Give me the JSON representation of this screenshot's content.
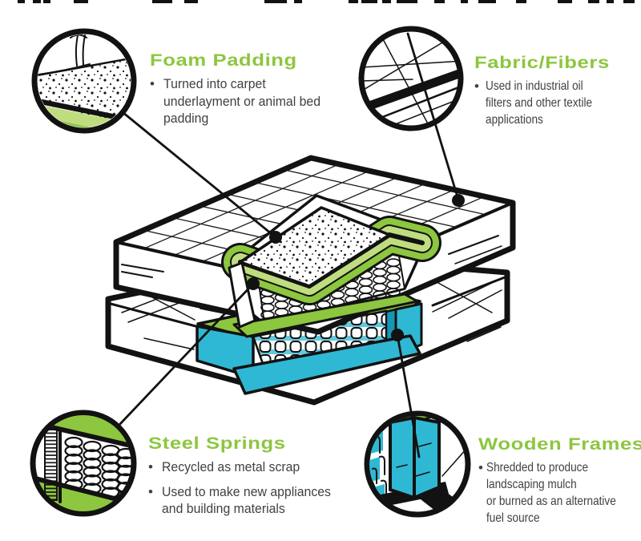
{
  "colors": {
    "green": "#8DC63F",
    "light_green": "#BFDD7F",
    "cyan": "#2FB8D3",
    "cyan_dark": "#1596B4",
    "text": "#414042",
    "outline": "#121212"
  },
  "bullet_char": "•",
  "callouts": {
    "foam": {
      "title": "Foam Padding",
      "bullets": [
        "Turned into carpet\nunderlayment or animal bed\npadding"
      ]
    },
    "fabric": {
      "title": "Fabric/Fibers",
      "bullets": [
        "Used in industrial oil\nfilters and other textile\napplications"
      ]
    },
    "springs": {
      "title": "Steel Springs",
      "bullets": [
        "Recycled as metal scrap",
        "Used to make new appliances\nand building materials"
      ]
    },
    "wood": {
      "title": "Wooden Frames",
      "bullets": [
        "Shredded to produce\nlandscaping mulch\nor burned as an alternative\nfuel source"
      ]
    }
  }
}
